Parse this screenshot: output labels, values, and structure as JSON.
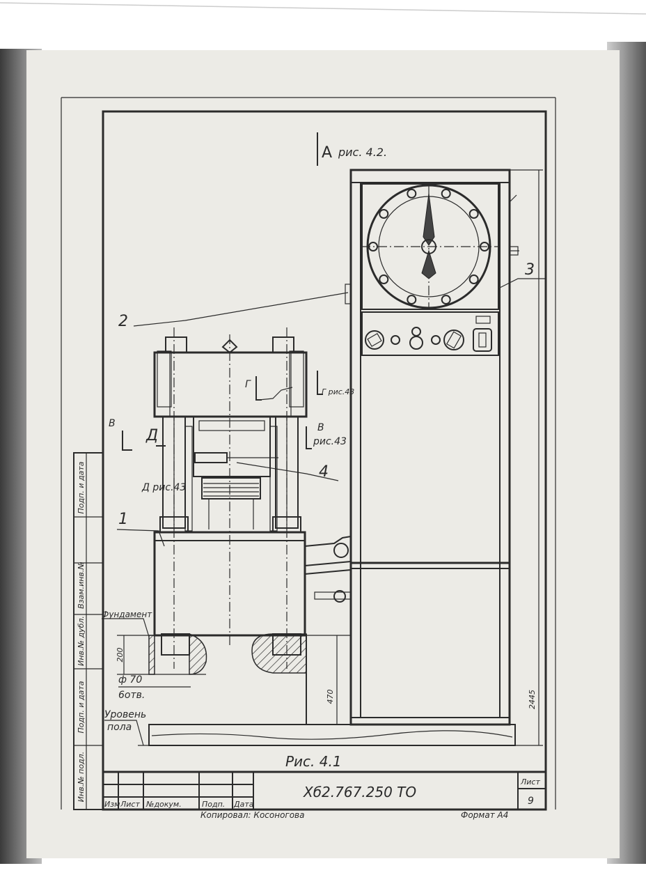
{
  "section_marker": "A",
  "section_ref": "рис. 4.2.",
  "callouts": {
    "c1": "1",
    "c2": "2",
    "c3": "3",
    "c4": "4"
  },
  "section_labels": {
    "g_letter": "Г",
    "g_ref": "Г рис.43",
    "v_left": "В",
    "v_ref_letter": "В",
    "v_ref": "рис.43",
    "d_left": "Д",
    "d_ref": "Д рис.43"
  },
  "annotations": {
    "foundation": "Фундамент",
    "dim_200": "200",
    "diameter": "ф 70",
    "holes": "6отв.",
    "floor_level_1": "Уровень",
    "floor_level_2": "пола",
    "dim_470": "470",
    "dim_2445": "2445"
  },
  "figure_caption": "Рис. 4.1",
  "title_block": {
    "designation": "Хб2.767.250 ТО",
    "sheet_label": "Лист",
    "sheet_number": "9",
    "col_izm": "Изм",
    "col_list": "Лист",
    "col_doc": "№докум.",
    "col_sign": "Подп.",
    "col_date": "Дата"
  },
  "footer": {
    "copied": "Копировал: Косоногова",
    "format": "Формат А4"
  },
  "side_stamp": {
    "inv_podl": "Инв.№ подл.",
    "sign_date": "Подп. и дата",
    "vzam_inv": "Взам.инв.№",
    "inv_dubl": "Инв.№ дубл.",
    "sign_date_2": "Подп. и дата"
  },
  "colors": {
    "paper": "#ecebe6",
    "shadow": "#6f6f6f",
    "ink": "#2b2b2b"
  }
}
